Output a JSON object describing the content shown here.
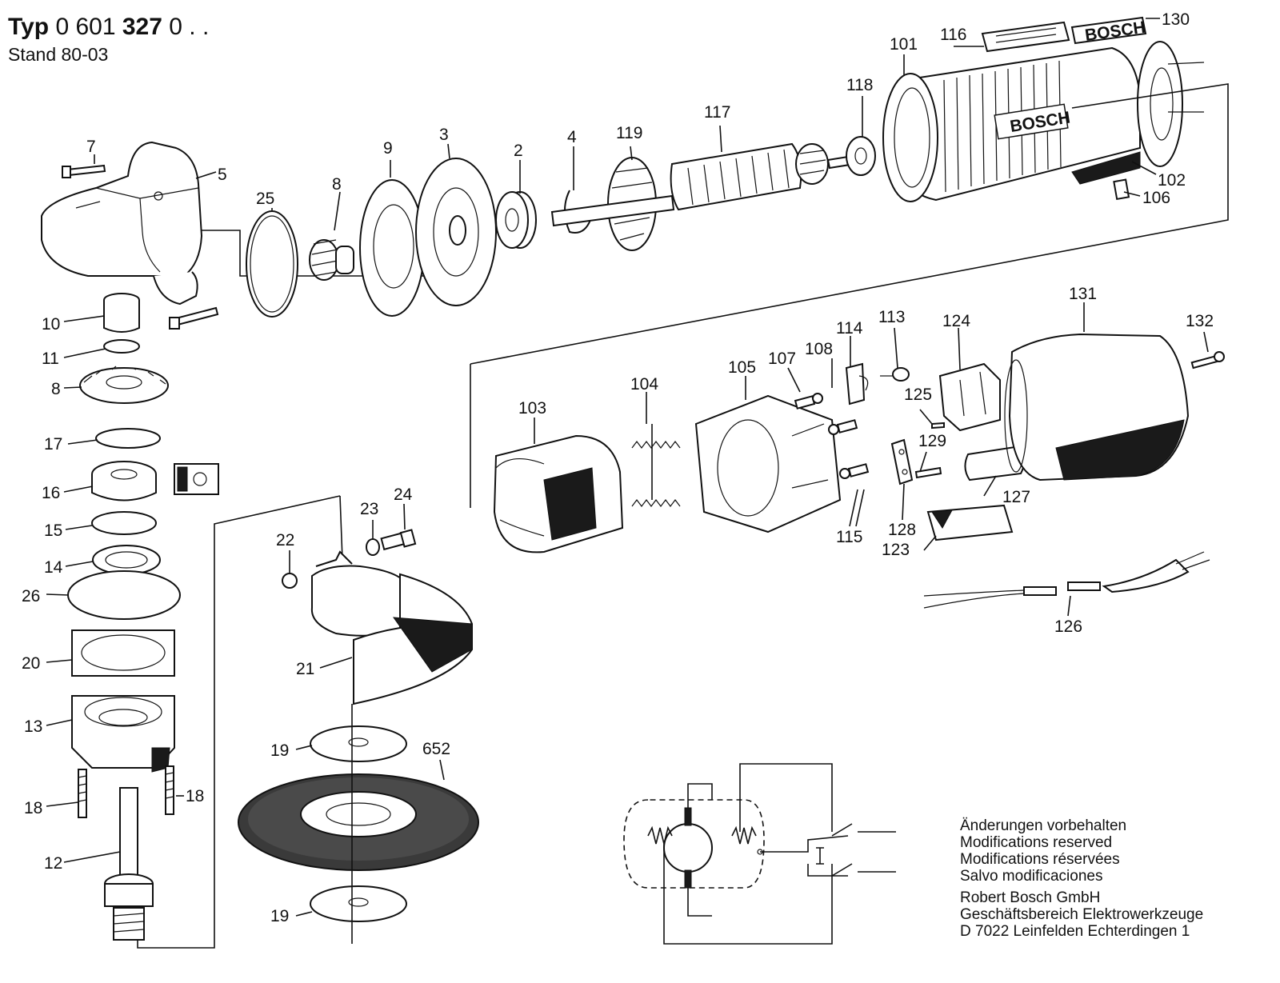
{
  "header": {
    "typ_prefix": "Typ",
    "typ_mid1": "0 601",
    "typ_bold": "327",
    "typ_suffix": "0 . .",
    "stand": "Stand 80-03"
  },
  "notice": {
    "lines": [
      "Änderungen vorbehalten",
      "Modifications reserved",
      "Modifications réservées",
      "Salvo modificaciones"
    ],
    "company": [
      "Robert Bosch GmbH",
      "Geschäftsbereich Elektrowerkzeuge",
      "D 7022 Leinfelden Echterdingen 1"
    ]
  },
  "brand_text": "BOSCH",
  "part_labels": [
    {
      "id": "7",
      "text": "7"
    },
    {
      "id": "5",
      "text": "5"
    },
    {
      "id": "25",
      "text": "25"
    },
    {
      "id": "8a",
      "text": "8"
    },
    {
      "id": "9",
      "text": "9"
    },
    {
      "id": "3",
      "text": "3"
    },
    {
      "id": "2",
      "text": "2"
    },
    {
      "id": "4",
      "text": "4"
    },
    {
      "id": "119",
      "text": "119"
    },
    {
      "id": "117",
      "text": "117"
    },
    {
      "id": "118",
      "text": "118"
    },
    {
      "id": "101",
      "text": "101"
    },
    {
      "id": "116",
      "text": "116"
    },
    {
      "id": "130",
      "text": "130"
    },
    {
      "id": "102",
      "text": "102"
    },
    {
      "id": "106",
      "text": "106"
    },
    {
      "id": "10",
      "text": "10"
    },
    {
      "id": "11",
      "text": "11"
    },
    {
      "id": "8b",
      "text": "8"
    },
    {
      "id": "17",
      "text": "17"
    },
    {
      "id": "16",
      "text": "16"
    },
    {
      "id": "15",
      "text": "15"
    },
    {
      "id": "14",
      "text": "14"
    },
    {
      "id": "26",
      "text": "26"
    },
    {
      "id": "20",
      "text": "20"
    },
    {
      "id": "13",
      "text": "13"
    },
    {
      "id": "18a",
      "text": "18"
    },
    {
      "id": "18b",
      "text": "18"
    },
    {
      "id": "12",
      "text": "12"
    },
    {
      "id": "22",
      "text": "22"
    },
    {
      "id": "23",
      "text": "23"
    },
    {
      "id": "24",
      "text": "24"
    },
    {
      "id": "21",
      "text": "21"
    },
    {
      "id": "19a",
      "text": "19"
    },
    {
      "id": "652",
      "text": "652"
    },
    {
      "id": "19b",
      "text": "19"
    },
    {
      "id": "103",
      "text": "103"
    },
    {
      "id": "104",
      "text": "104"
    },
    {
      "id": "105",
      "text": "105"
    },
    {
      "id": "107",
      "text": "107"
    },
    {
      "id": "108",
      "text": "108"
    },
    {
      "id": "114",
      "text": "114"
    },
    {
      "id": "113",
      "text": "113"
    },
    {
      "id": "124",
      "text": "124"
    },
    {
      "id": "131",
      "text": "131"
    },
    {
      "id": "132",
      "text": "132"
    },
    {
      "id": "125",
      "text": "125"
    },
    {
      "id": "129",
      "text": "129"
    },
    {
      "id": "127",
      "text": "127"
    },
    {
      "id": "115",
      "text": "115"
    },
    {
      "id": "128",
      "text": "128"
    },
    {
      "id": "123",
      "text": "123"
    },
    {
      "id": "126",
      "text": "126"
    }
  ]
}
